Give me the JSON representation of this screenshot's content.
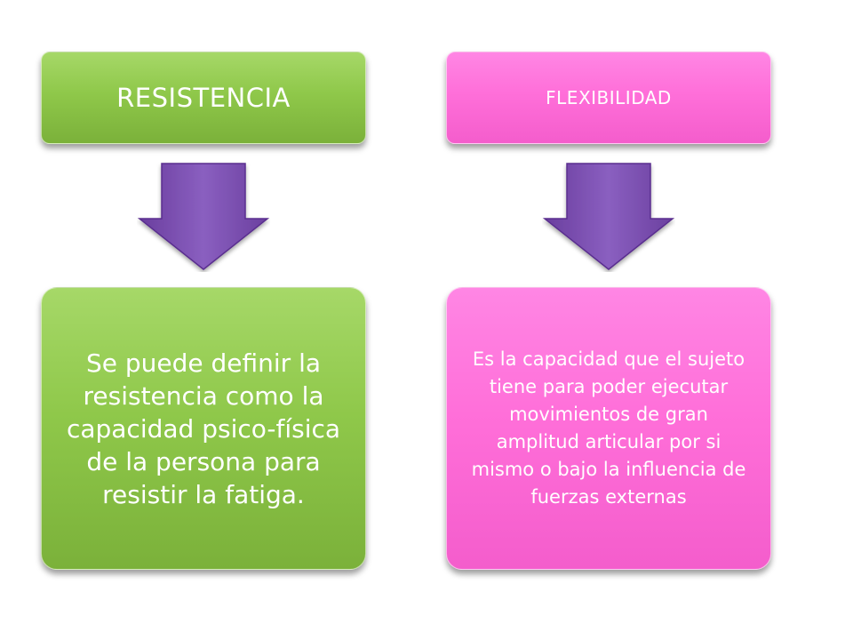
{
  "left_column": {
    "heading": "RESISTENCIA",
    "description": "Se puede definir la resistencia como la capacidad psico-física de la persona para resistir la fatiga."
  },
  "right_column": {
    "heading": "FLEXIBILIDAD",
    "description": "Es la capacidad que el sujeto tiene para poder ejecutar movimientos de gran amplitud articular por si mismo o bajo la influencia de fuerzas externas"
  },
  "colors": {
    "green": "#8fc84a",
    "pink": "#ff6fd9",
    "purple_arrow": "#7b4fae"
  },
  "icons": {
    "arrow": "down-arrow-icon"
  }
}
